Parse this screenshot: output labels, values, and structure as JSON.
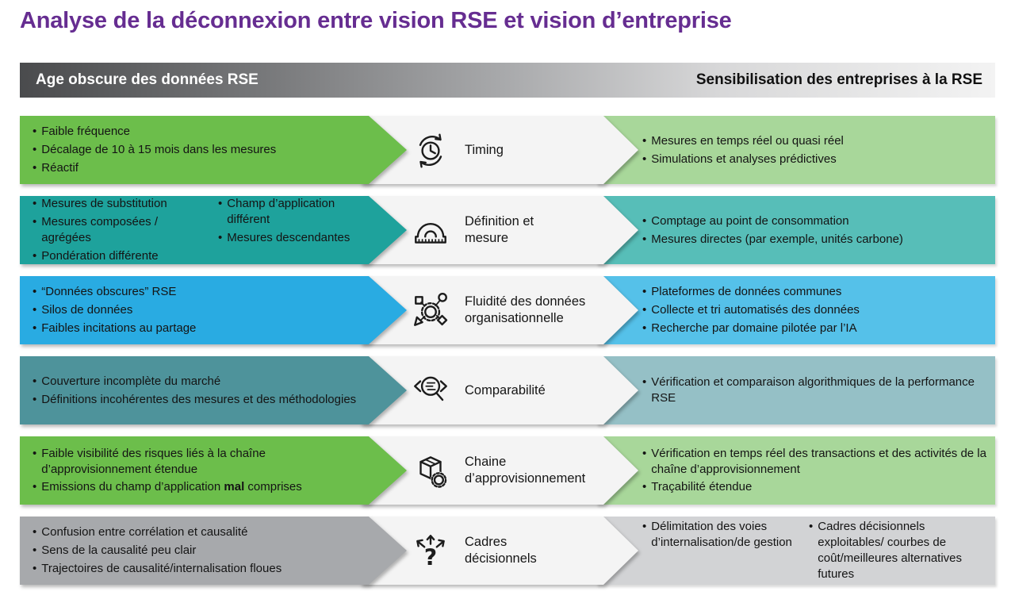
{
  "title": "Analyse de la déconnexion entre vision RSE et vision d’entreprise",
  "header": {
    "left": "Age obscure des données RSE",
    "right": "Sensibilisation des entreprises à la RSE"
  },
  "colors": {
    "title": "#662D91",
    "header_gradient_start": "#4A4B4D",
    "header_gradient_end": "#F3F3F3",
    "center_band": "#F4F4F4"
  },
  "rows": [
    {
      "id": "timing",
      "icon": "clock-cycle-icon",
      "left_color": "#6CBE4B",
      "right_color": "#A8D79A",
      "left": {
        "bullets": [
          "Faible fréquence",
          "Décalage de 10 à 15 mois dans les mesures",
          "Réactif"
        ]
      },
      "label_lines": [
        "Timing"
      ],
      "right": {
        "bullets": [
          "Mesures en temps réel ou quasi réel",
          "Simulations et analyses prédictives"
        ]
      }
    },
    {
      "id": "definition-et-mesure",
      "icon": "protractor-icon",
      "left_color": "#1EA29C",
      "right_color": "#57BEB8",
      "left": {
        "cols": [
          {
            "bullets": [
              "Mesures de substitution",
              "Mesures composées / agrégées",
              "Pondération différente"
            ]
          },
          {
            "bullets": [
              "Champ d’application différent",
              "Mesures descendantes"
            ]
          }
        ]
      },
      "label_lines": [
        "Définition et",
        "mesure"
      ],
      "right": {
        "bullets": [
          "Comptage au point de consommation",
          "Mesures directes (par exemple, unités carbone)"
        ]
      }
    },
    {
      "id": "fluidite-des-donnees-organisationnelle",
      "icon": "gear-network-icon",
      "left_color": "#29ABE2",
      "right_color": "#55C1E9",
      "left": {
        "bullets": [
          "“Données obscures” RSE",
          "Silos de données",
          "Faibles incitations au partage"
        ]
      },
      "label_lines": [
        "Fluidité des données",
        "organisationnelle"
      ],
      "right": {
        "bullets": [
          "Plateformes de données communes",
          "Collecte et tri automatisés des données",
          "Recherche par domaine pilotée par l’IA"
        ]
      }
    },
    {
      "id": "comparabilite",
      "icon": "comparison-magnifier-icon",
      "left_color": "#4E939B",
      "right_color": "#95C0C6",
      "left": {
        "bullets": [
          "Couverture incomplète du marché",
          "Définitions incohérentes des mesures et des méthodologies"
        ]
      },
      "label_lines": [
        "Comparabilité"
      ],
      "right": {
        "bullets": [
          "Vérification et comparaison algorithmiques de la performance RSE"
        ]
      }
    },
    {
      "id": "chaine-dapprovisionnement",
      "icon": "package-gear-icon",
      "left_color": "#6CBE4B",
      "right_color": "#A8D79A",
      "left": {
        "bullets": [
          "Faible visibilité des risques liés à la chaîne d’approvisionnement étendue"
        ],
        "rich_bullet": {
          "pre": "Emissions du champ d’application ",
          "bold": "mal",
          "post": " comprises"
        }
      },
      "label_lines": [
        "Chaine",
        "d’approvisionnement"
      ],
      "right": {
        "bullets": [
          "Vérification en temps réel des transactions et des activités de la chaîne d’approvisionnement",
          "Traçabilité étendue"
        ]
      }
    },
    {
      "id": "cadres-decisionnels",
      "icon": "decision-arrows-icon",
      "left_color": "#A7A9AC",
      "right_color": "#D2D3D5",
      "left": {
        "bullets": [
          "Confusion entre corrélation et causalité",
          "Sens de la causalité peu clair",
          "Trajectoires de causalité/internalisation floues"
        ]
      },
      "label_lines": [
        "Cadres",
        "décisionnels"
      ],
      "right": {
        "cols": [
          {
            "bullets": [
              "Délimitation des voies d’internalisation/de gestion"
            ]
          },
          {
            "bullets": [
              "Cadres décisionnels exploitables/ courbes de coût/meilleures alternatives futures"
            ]
          }
        ]
      }
    }
  ]
}
